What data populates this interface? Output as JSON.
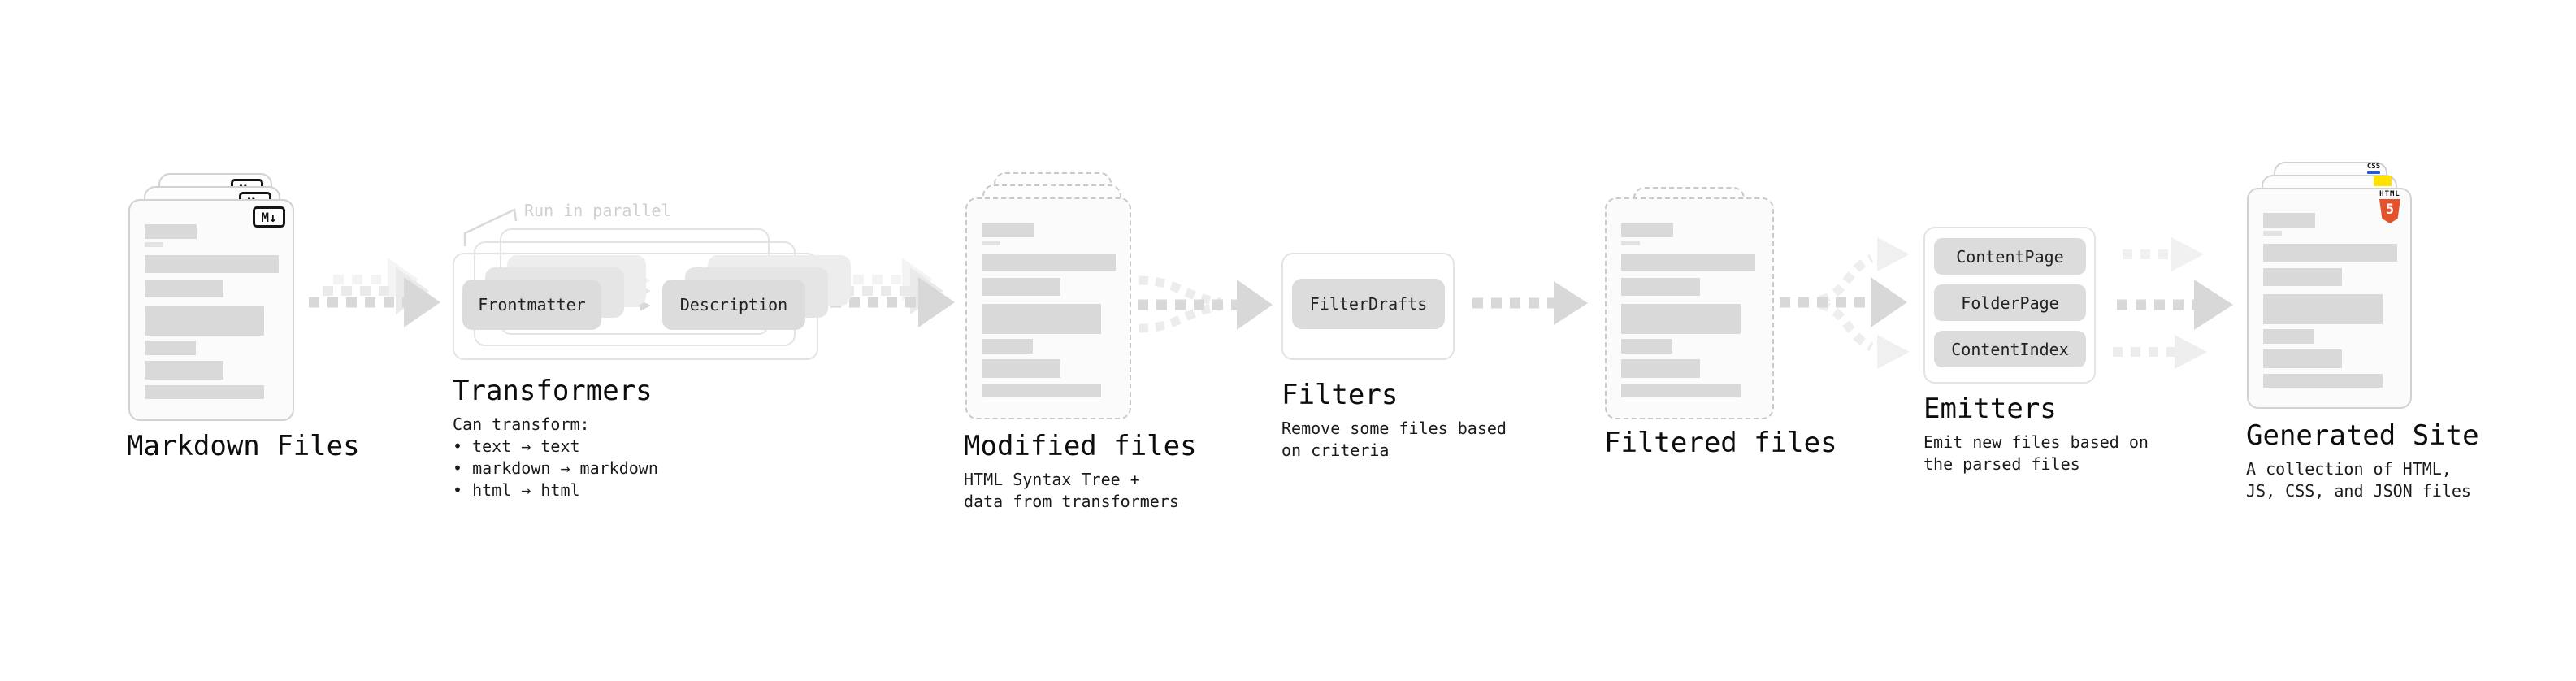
{
  "pipeline": {
    "markdown_files": {
      "title": "Markdown Files",
      "file_icon": "M↓"
    },
    "transformers": {
      "title": "Transformers",
      "annotation": "Run in parallel",
      "chips": [
        "Frontmatter",
        "Description"
      ],
      "description_lines": [
        "Can transform:",
        " • text → text",
        " • markdown → markdown",
        " • html → html"
      ]
    },
    "modified_files": {
      "title": "Modified files",
      "description_lines": [
        "HTML Syntax Tree +",
        "data from transformers"
      ]
    },
    "filters": {
      "title": "Filters",
      "chips": [
        "FilterDrafts"
      ],
      "description_lines": [
        "Remove some files based",
        "on criteria"
      ]
    },
    "filtered_files": {
      "title": "Filtered files"
    },
    "emitters": {
      "title": "Emitters",
      "chips": [
        "ContentPage",
        "FolderPage",
        "ContentIndex"
      ],
      "description_lines": [
        "Emit new files based on",
        "the parsed files"
      ]
    },
    "generated_site": {
      "title": "Generated Site",
      "description_lines": [
        "A collection of HTML,",
        "JS, CSS, and JSON files"
      ],
      "badges": {
        "html5_label": "HTML",
        "html5_number": "5",
        "css_label": "CSS"
      }
    }
  },
  "colors": {
    "arrow_main": "#d8d8d8",
    "arrow_ghost": "#ececec",
    "card_border": "#d2d2d2",
    "chip_bg": "#dcdcdc",
    "html5_orange": "#e6502a",
    "js_yellow": "#ffe200",
    "css_blue": "#2257e0"
  }
}
